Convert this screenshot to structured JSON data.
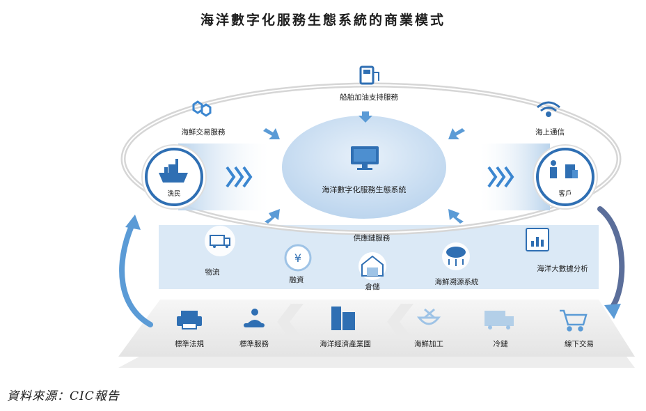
{
  "title": "海洋數字化服務生態系統的商業模式",
  "center_label": "海洋數字化服務生態系統",
  "top_service": "船舶加油支持服務",
  "seafood_trade": "海鮮交易服務",
  "maritime_comm": "海上通信",
  "fishermen": "漁民",
  "customers": "客戶",
  "supply_chain": "供應鏈服務",
  "logistics": "物流",
  "financing": "融資",
  "warehousing": "倉儲",
  "traceability": "海鮮溯源系統",
  "big_data": "海洋大數據分析",
  "bottom_items": {
    "standards": "標準法規",
    "standard_service": "標準服務",
    "industrial_park": "海洋經濟產業園",
    "processing": "海鮮加工",
    "cold_chain": "冷鏈",
    "offline_trade": "線下交易"
  },
  "source": "資料來源：CIC報告",
  "colors": {
    "accent": "#2f6fb3",
    "light": "#dbe9f6",
    "mid": "#9ec3e6"
  }
}
